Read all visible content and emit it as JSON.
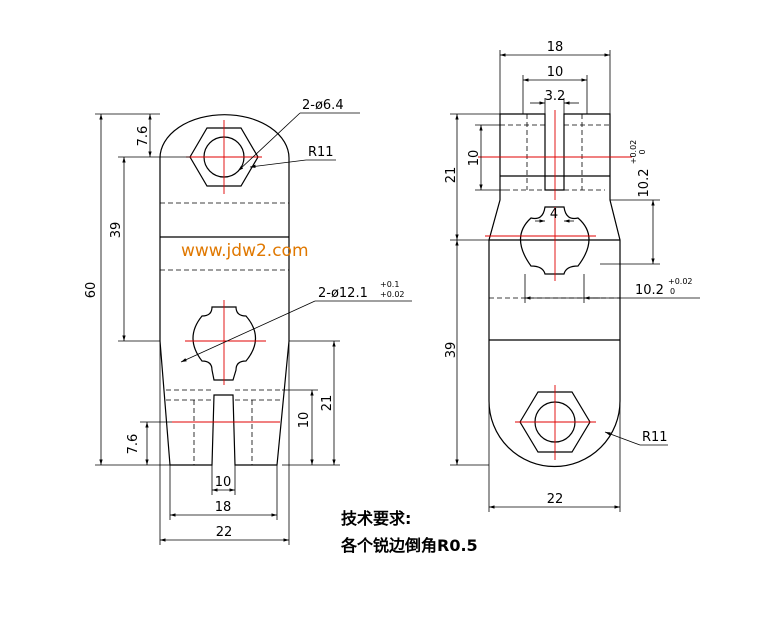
{
  "watermark": "www.jdw2.com",
  "notes": {
    "title": "技术要求:",
    "line1": "各个锐边倒角R0.5"
  },
  "left_view": {
    "dims": {
      "overall_height": "60",
      "hole_spacing": "39",
      "top_offset": "7.6",
      "bottom_offset": "7.6",
      "slot_depth_outer": "21",
      "slot_depth_inner": "10",
      "slot_width": "10",
      "inner_width": "18",
      "overall_width": "22",
      "small_hole": "2-ø6.4",
      "radius": "R11",
      "big_hole": "2-ø12.1",
      "big_hole_tol_upper": "+0.1",
      "big_hole_tol_lower": "+0.02"
    }
  },
  "right_view": {
    "dims": {
      "overall_width_top": "18",
      "slot_outer": "10",
      "slot_gap": "3.2",
      "slot_depth": "10",
      "top_section": "21",
      "hole_spacing": "39",
      "gap_4": "4",
      "radius": "R11",
      "overall_width": "22",
      "tol_1": "10.2",
      "tol_1_upper": "+0.02",
      "tol_1_lower": "0",
      "tol_2": "10.2",
      "tol_2_upper": "+0.02",
      "tol_2_lower": "0"
    }
  }
}
